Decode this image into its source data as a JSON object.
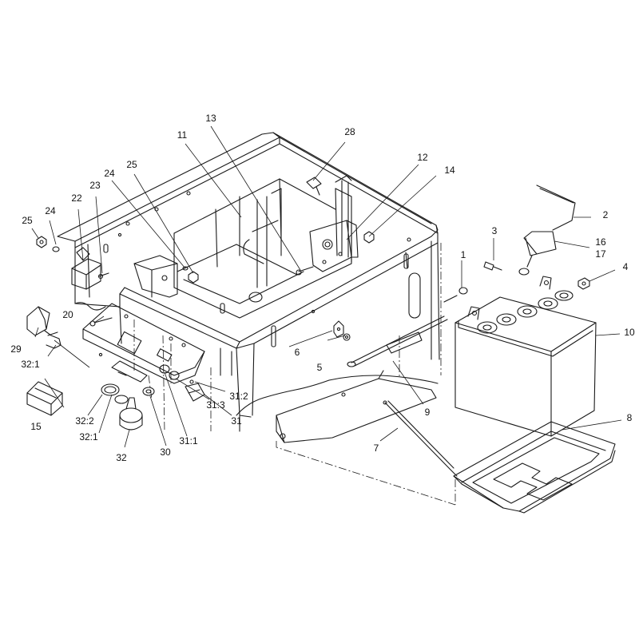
{
  "diagram": {
    "callouts": [
      {
        "id": "c1",
        "text": "1"
      },
      {
        "id": "c2",
        "text": "2"
      },
      {
        "id": "c3",
        "text": "3"
      },
      {
        "id": "c4",
        "text": "4"
      },
      {
        "id": "c5",
        "text": "5"
      },
      {
        "id": "c6",
        "text": "6"
      },
      {
        "id": "c7",
        "text": "7"
      },
      {
        "id": "c8",
        "text": "8"
      },
      {
        "id": "c9",
        "text": "9"
      },
      {
        "id": "c10",
        "text": "10"
      },
      {
        "id": "c11",
        "text": "11"
      },
      {
        "id": "c12",
        "text": "12"
      },
      {
        "id": "c13",
        "text": "13"
      },
      {
        "id": "c14",
        "text": "14"
      },
      {
        "id": "c15",
        "text": "15"
      },
      {
        "id": "c16",
        "text": "16"
      },
      {
        "id": "c17",
        "text": "17"
      },
      {
        "id": "c20",
        "text": "20"
      },
      {
        "id": "c22",
        "text": "22"
      },
      {
        "id": "c23",
        "text": "23"
      },
      {
        "id": "c24a",
        "text": "24"
      },
      {
        "id": "c24b",
        "text": "24"
      },
      {
        "id": "c25a",
        "text": "25"
      },
      {
        "id": "c25b",
        "text": "25"
      },
      {
        "id": "c28",
        "text": "28"
      },
      {
        "id": "c29",
        "text": "29"
      },
      {
        "id": "c30",
        "text": "30"
      },
      {
        "id": "c31",
        "text": "31"
      },
      {
        "id": "c31_1",
        "text": "31:1"
      },
      {
        "id": "c31_2",
        "text": "31:2"
      },
      {
        "id": "c31_3",
        "text": "31:3"
      },
      {
        "id": "c32",
        "text": "32"
      },
      {
        "id": "c32_1a",
        "text": "32:1"
      },
      {
        "id": "c32_1b",
        "text": "32:1"
      },
      {
        "id": "c32_2",
        "text": "32:2"
      }
    ]
  }
}
